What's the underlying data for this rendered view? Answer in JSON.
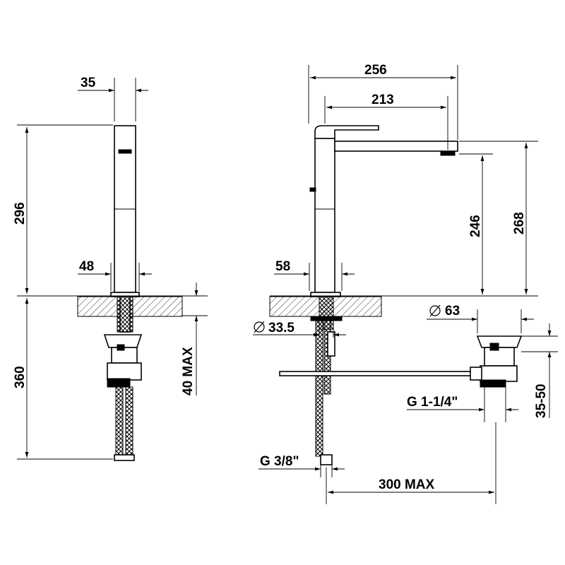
{
  "dimensions": {
    "spout_width": "35",
    "height_left": "296",
    "base_left": "48",
    "below_counter": "360",
    "counter_max": "40 MAX",
    "reach_total": "256",
    "reach_spout": "213",
    "base_right": "58",
    "spout_height": "246",
    "overall_height": "268",
    "hole_diameter": "33.5",
    "drain_diameter": "63",
    "drain_thread": "G 1-1/4\"",
    "drain_range": "35-50",
    "hose_thread": "G 3/8\"",
    "hose_length": "300 MAX"
  }
}
